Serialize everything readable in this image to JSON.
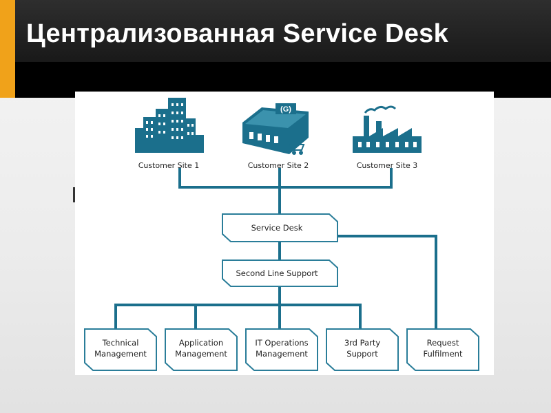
{
  "slide": {
    "title": "Централизованная Service Desk"
  },
  "diagram": {
    "sites": [
      {
        "label": "Customer Site 1",
        "icon": "office-buildings-icon"
      },
      {
        "label": "Customer Site 2",
        "icon": "shop-building-icon"
      },
      {
        "label": "Customer Site 3",
        "icon": "factory-icon"
      }
    ],
    "service_desk": "Service Desk",
    "second_line": "Second Line Support",
    "teams": [
      {
        "line1": "Technical",
        "line2": "Management"
      },
      {
        "line1": "Application",
        "line2": "Management"
      },
      {
        "line1": "IT Operations",
        "line2": "Management"
      },
      {
        "line1": "3rd Party",
        "line2": "Support"
      }
    ],
    "request": {
      "line1": "Request",
      "line2": "Fulfilment"
    },
    "shop_sign": "(G)"
  },
  "colors": {
    "accent": "#f0a21a",
    "diagram": "#1b6f8c",
    "box_border": "#2a7d99"
  }
}
